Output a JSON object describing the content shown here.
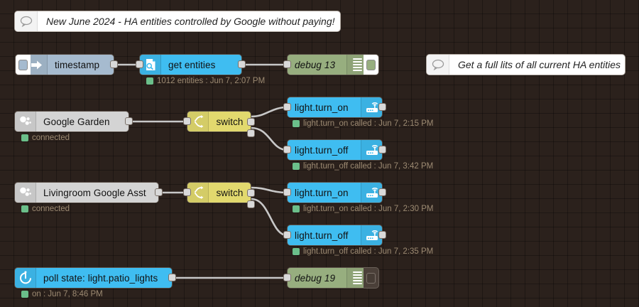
{
  "app": {
    "name": "node-red-flow-editor",
    "canvas_background": "#2b211c",
    "grid_size": 20
  },
  "palette": {
    "inject": "#a6bbcf",
    "home_assistant": "#3fbdf1",
    "switch": "#e2d96e",
    "debug": "#97ae7f",
    "device": "#d4d4d4",
    "status_green": "#6bbf8a",
    "status_text": "#9c8a72",
    "wire": "#c8c8c8"
  },
  "comments": [
    {
      "id": "comment-1",
      "icon": "comment-bubble-icon",
      "text": "New June 2024 - HA entities controlled by Google without paying!"
    },
    {
      "id": "comment-2",
      "icon": "comment-bubble-icon",
      "text": "Get a full lits of all current HA entities"
    }
  ],
  "nodes": [
    {
      "id": "inject-timestamp",
      "type": "inject",
      "label": "timestamp",
      "icon": "inject-arrow-icon",
      "has_button": true
    },
    {
      "id": "get-entities",
      "type": "home_assistant",
      "label": "get entities",
      "icon": "get-entities-icon",
      "status": {
        "dot": "green",
        "text": "1012 entities : Jun 7, 2:07 PM"
      }
    },
    {
      "id": "debug-13",
      "type": "debug",
      "label": "debug 13",
      "icon": "debug-stripes-icon",
      "button_enabled": true
    },
    {
      "id": "google-garden",
      "type": "device",
      "label": "Google Garden",
      "icon": "google-assistant-icon",
      "status": {
        "dot": "green",
        "text": "connected"
      }
    },
    {
      "id": "switch-1",
      "type": "switch",
      "label": "switch",
      "icon": "switch-fork-icon",
      "outputs": 2
    },
    {
      "id": "light-turn-on-1",
      "type": "home_assistant",
      "label": "light.turn_on",
      "icon": "router-wifi-icon",
      "status": {
        "dot": "green",
        "text": "light.turn_on called : Jun 7, 2:15 PM"
      }
    },
    {
      "id": "light-turn-off-1",
      "type": "home_assistant",
      "label": "light.turn_off",
      "icon": "router-wifi-icon",
      "status": {
        "dot": "green",
        "text": "light.turn_off called : Jun 7, 3:42 PM"
      }
    },
    {
      "id": "livingroom-google-asst",
      "type": "device",
      "label": "Livingroom Google Asst",
      "icon": "google-assistant-icon",
      "status": {
        "dot": "green",
        "text": "connected"
      }
    },
    {
      "id": "switch-2",
      "type": "switch",
      "label": "switch",
      "icon": "switch-fork-icon",
      "outputs": 2
    },
    {
      "id": "light-turn-on-2",
      "type": "home_assistant",
      "label": "light.turn_on",
      "icon": "router-wifi-icon",
      "status": {
        "dot": "green",
        "text": "light.turn_on called : Jun 7, 2:30 PM"
      }
    },
    {
      "id": "light-turn-off-2",
      "type": "home_assistant",
      "label": "light.turn_off",
      "icon": "router-wifi-icon",
      "status": {
        "dot": "green",
        "text": "light.turn_off called : Jun 7, 2:35 PM"
      }
    },
    {
      "id": "poll-state",
      "type": "home_assistant",
      "label": "poll state: light.patio_lights",
      "icon": "stopwatch-icon",
      "status": {
        "dot": "green",
        "text": "on : Jun 7, 8:46 PM"
      }
    },
    {
      "id": "debug-19",
      "type": "debug",
      "label": "debug 19",
      "icon": "debug-stripes-icon",
      "button_enabled": false
    }
  ]
}
